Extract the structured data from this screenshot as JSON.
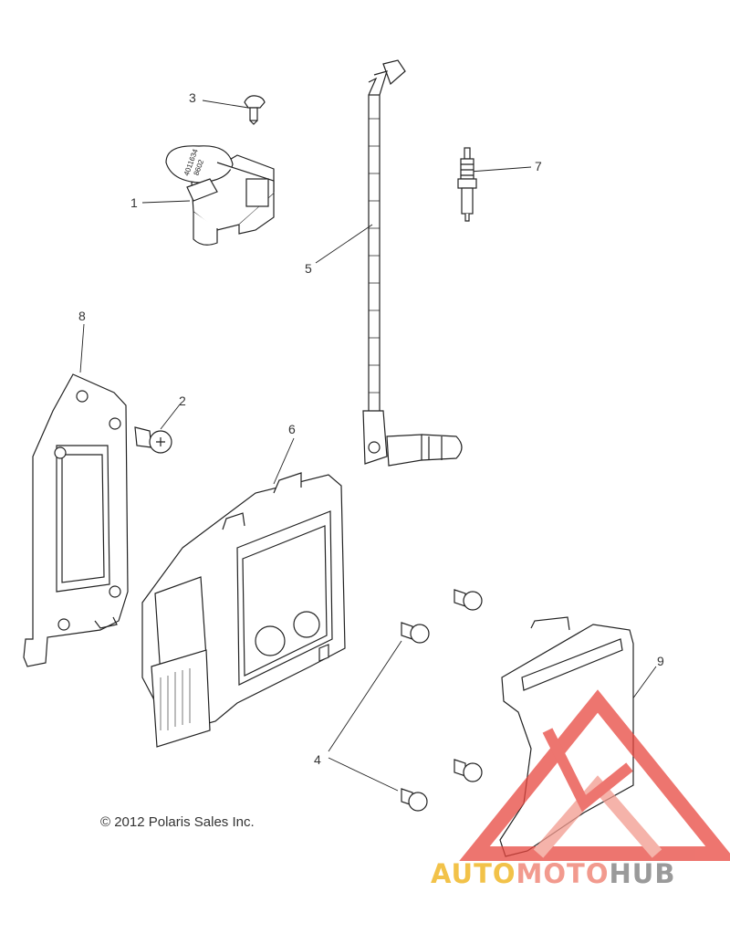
{
  "callouts": [
    {
      "id": "1",
      "label": "1"
    },
    {
      "id": "2",
      "label": "2"
    },
    {
      "id": "3",
      "label": "3"
    },
    {
      "id": "4",
      "label": "4"
    },
    {
      "id": "5",
      "label": "5"
    },
    {
      "id": "6",
      "label": "6"
    },
    {
      "id": "7",
      "label": "7"
    },
    {
      "id": "8",
      "label": "8"
    },
    {
      "id": "9",
      "label": "9"
    }
  ],
  "part_markings": {
    "coil_line1": "4011634",
    "coil_line2": "8602"
  },
  "copyright": "© 2012 Polaris Sales Inc.",
  "watermark": {
    "part1": "AUTO",
    "part2": "MOTO",
    "part3": "HUB",
    "colors": {
      "gold": "#f2c249",
      "salmon": "#f29a8e",
      "grey": "#9a9a9a",
      "logo_red": "#e8473f"
    }
  }
}
